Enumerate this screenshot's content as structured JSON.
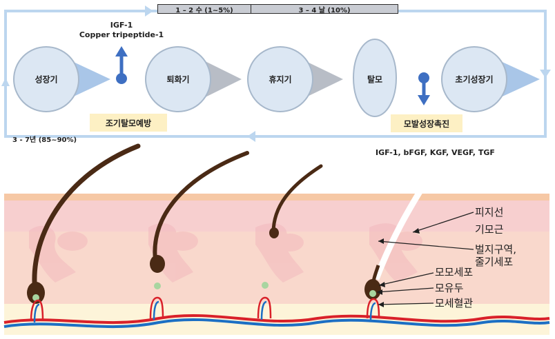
{
  "cycle": {
    "duration_bars": [
      {
        "label": "1 – 2 수 (1~5%)"
      },
      {
        "label": "3 – 4 날 (10%)"
      }
    ],
    "anagen_duration": "3 - 7년 (85~90%)",
    "phases": [
      {
        "label": "성장기"
      },
      {
        "label": "퇴화기"
      },
      {
        "label": "휴지기"
      },
      {
        "label": "탈모"
      },
      {
        "label": "초기성장기"
      }
    ],
    "up_factors": {
      "line1": "IGF-1",
      "line2": "Copper tripeptide-1"
    },
    "prevention_box": "조기탈모예방",
    "promotion_box": "모발성장촉진",
    "growth_factors": "IGF-1, bFGF, KGF, VEGF, TGF"
  },
  "skin": {
    "labels": [
      {
        "text": "피지선"
      },
      {
        "text": "기모근"
      },
      {
        "text": "벌지구역,"
      },
      {
        "text": "줄기세포"
      },
      {
        "text": "모모세포"
      },
      {
        "text": "모유두"
      },
      {
        "text": "모세혈관"
      }
    ]
  },
  "colors": {
    "frame": "#bcd6ef",
    "circle_fill": "#dce7f3",
    "circle_border": "#a7b8cb",
    "bulge": "#a9c6e8",
    "arrow_blue": "#3e6fc2",
    "note_fill": "#fdf0c4",
    "hair": "#4a2a15",
    "skin_pink": "#f7cfcf",
    "skin_beige": "#f8d5c5",
    "fat_layer": "#fdf4d9",
    "blood_red": "#d9212a",
    "blood_blue": "#1c6fc4"
  }
}
